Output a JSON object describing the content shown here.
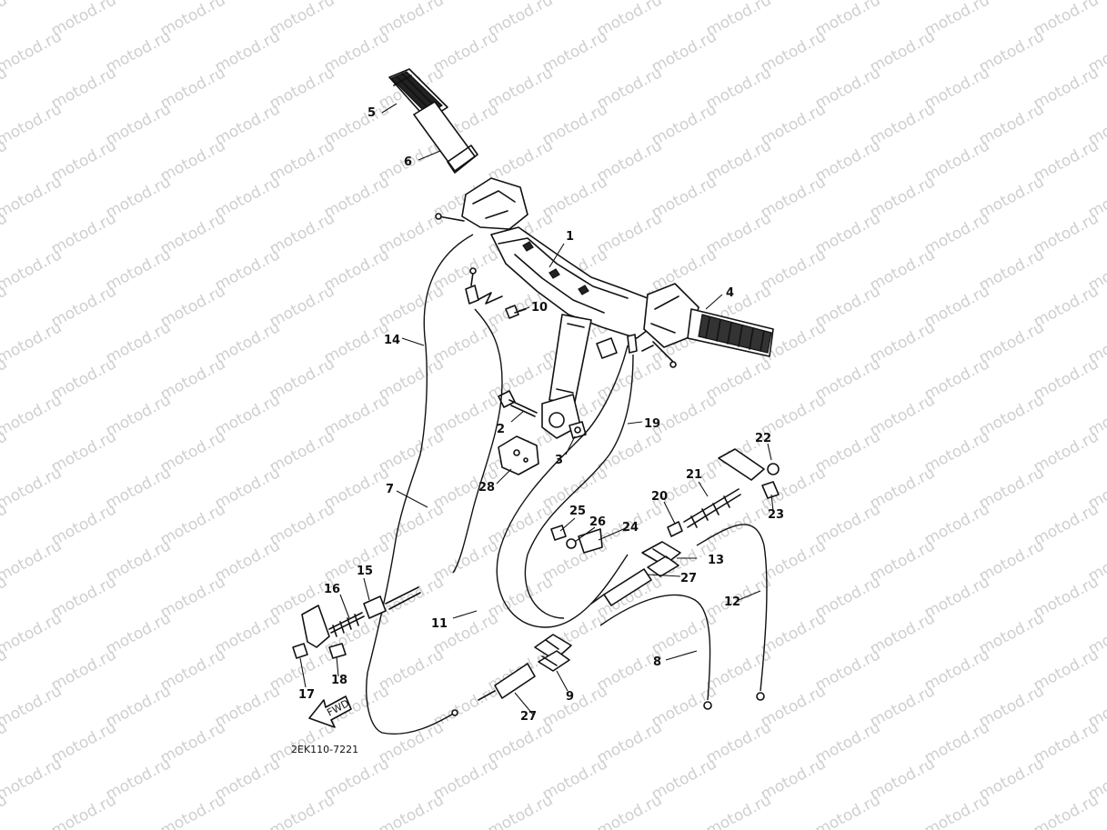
{
  "watermark": "motod.ru",
  "drawing_code": "2EK110-7221",
  "fwd_label": "FWD",
  "callouts": {
    "p1": "1",
    "p2": "2",
    "p3": "3",
    "p4": "4",
    "p5": "5",
    "p6": "6",
    "p7": "7",
    "p8": "8",
    "p9": "9",
    "p10": "10",
    "p11": "11",
    "p12": "12",
    "p13": "13",
    "p14": "14",
    "p15": "15",
    "p16": "16",
    "p17": "17",
    "p18": "18",
    "p19": "19",
    "p20": "20",
    "p21": "21",
    "p22": "22",
    "p23": "23",
    "p24": "24",
    "p25": "25",
    "p26": "26",
    "p27a": "27",
    "p27b": "27",
    "p28": "28"
  }
}
